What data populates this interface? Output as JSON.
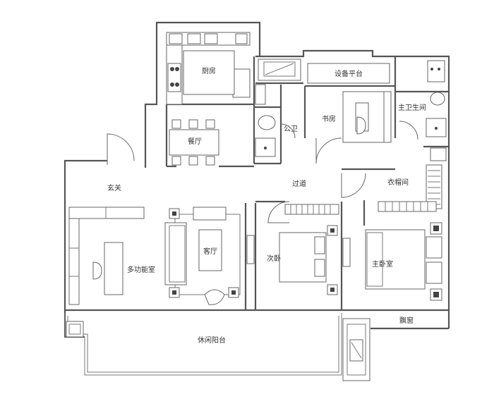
{
  "rooms": {
    "kitchen": "厨房",
    "dining": "餐厅",
    "equipment_platform": "设备平台",
    "study": "书房",
    "master_bath": "主卫生间",
    "public_bath": "公卫",
    "foyer": "玄关",
    "corridor": "过道",
    "walk_in_closet": "衣帽间",
    "living_room": "客厅",
    "multi_function": "多功能室",
    "second_bedroom": "次卧",
    "master_bedroom": "主卧室",
    "bay_window": "飘窗",
    "leisure_balcony": "休闲阳台"
  }
}
